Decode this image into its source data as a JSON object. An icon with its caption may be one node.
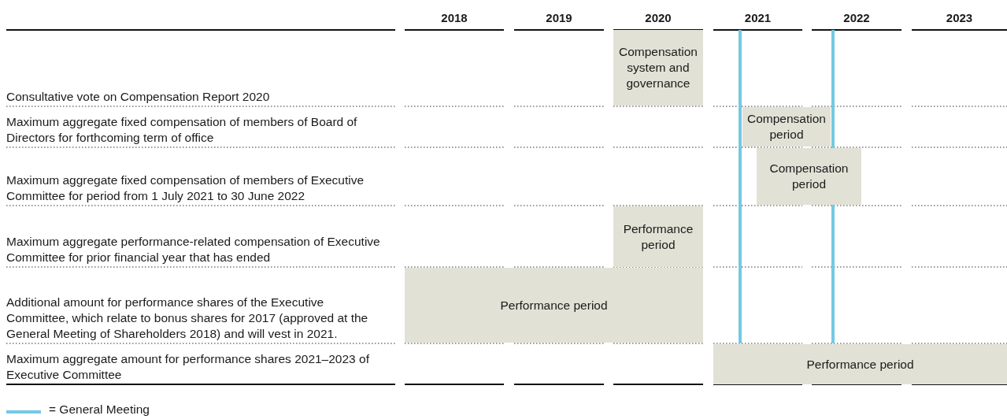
{
  "diagram": {
    "nodes": [
      {
        "text": [
          "Compensation system and governance"
        ]
      },
      {
        "text": [
          "Compensation period"
        ]
      },
      {
        "text": [
          "Compensation period"
        ]
      },
      {
        "text": [
          "Performance period"
        ]
      },
      {
        "text": [
          "Performance period"
        ]
      },
      {
        "text": [
          "Performance period"
        ]
      }
    ],
    "labels": [
      "2018",
      "2019",
      "2020",
      "2021",
      "2022",
      "2023",
      "Consultative vote on Compensation Report 2020",
      "Maximum aggregate fixed compensation of members of Board of Directors for forthcoming term of office",
      "Maximum aggregate fixed compensation of members of Executive Committee for period from 1 July 2021 to 30 June 2022",
      "Maximum aggregate performance-related compensation of Executive Committee for prior financial year that has ended",
      "Additional amount for performance shares of the Executive Committee, which relate to bonus shares for 2017 (approved at the General Meeting of Shareholders 2018) and will vest in 2021.",
      "Maximum aggregate amount for performance shares 2021–2023 of Executive Committee"
    ],
    "legend": [
      {
        "text": "= General Meeting"
      }
    ]
  }
}
